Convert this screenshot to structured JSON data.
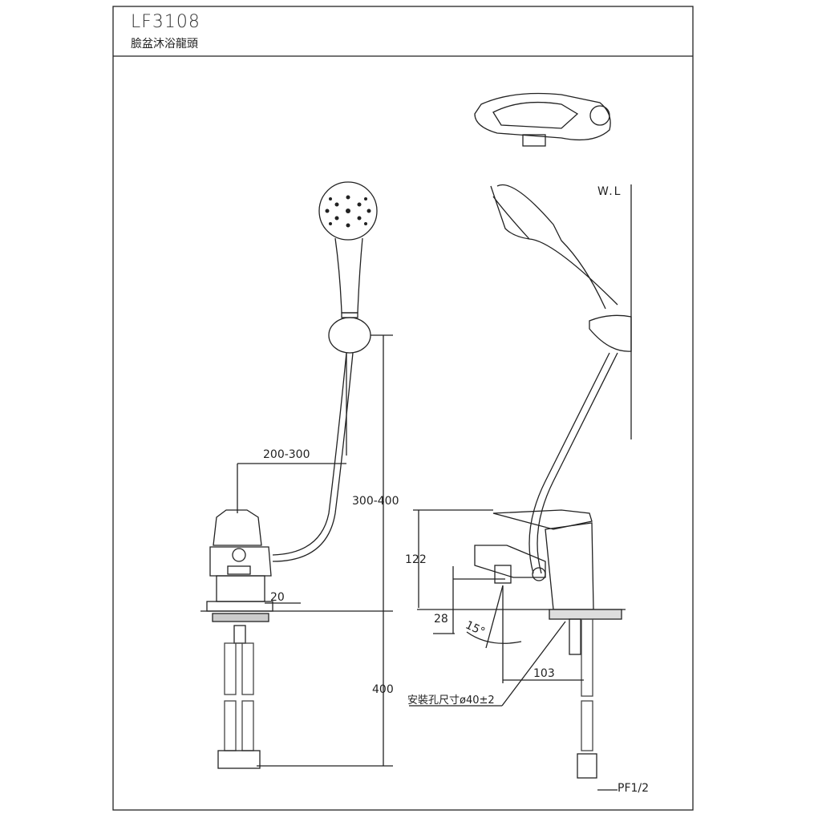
{
  "header": {
    "model": "LF3108",
    "product_name": "臉盆沐浴龍頭"
  },
  "dimensions": {
    "hose_offset": "200-300",
    "holder_height": "300-400",
    "gap": "20",
    "pipe_length": "400",
    "faucet_height": "122",
    "spout_height": "28",
    "angle": "15°",
    "spout_reach": "103",
    "hole_size": "安裝孔尺寸ø40±2",
    "thread": "PF1/2"
  },
  "labels": {
    "wall_line": "W.L"
  }
}
